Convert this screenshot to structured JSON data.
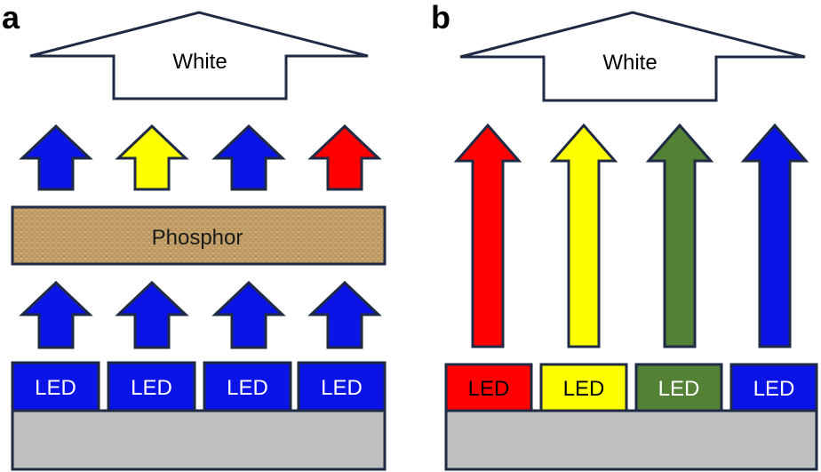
{
  "panel_a": {
    "label": "a",
    "output_label": "White",
    "phosphor_label": "Phosphor",
    "emitted_arrow_colors": [
      "#0a14e6",
      "#ffff00",
      "#0a14e6",
      "#ff0000"
    ],
    "pump_arrow_colors": [
      "#0a14e6",
      "#0a14e6",
      "#0a14e6",
      "#0a14e6"
    ],
    "leds": [
      {
        "label": "LED",
        "fill": "#0a14e6",
        "text_color": "#ffffff"
      },
      {
        "label": "LED",
        "fill": "#0a14e6",
        "text_color": "#ffffff"
      },
      {
        "label": "LED",
        "fill": "#0a14e6",
        "text_color": "#ffffff"
      },
      {
        "label": "LED",
        "fill": "#0a14e6",
        "text_color": "#ffffff"
      }
    ]
  },
  "panel_b": {
    "label": "b",
    "output_label": "White",
    "arrow_colors": [
      "#ff0000",
      "#ffff00",
      "#538135",
      "#0a14e6"
    ],
    "leds": [
      {
        "label": "LED",
        "fill": "#ff0000",
        "text_color": "#000000"
      },
      {
        "label": "LED",
        "fill": "#ffff00",
        "text_color": "#000000"
      },
      {
        "label": "LED",
        "fill": "#538135",
        "text_color": "#ffffff"
      },
      {
        "label": "LED",
        "fill": "#0a14e6",
        "text_color": "#ffffff"
      }
    ]
  },
  "colors": {
    "outline": "#1f2a44",
    "substrate": "#bfbfbf",
    "phosphor_base": "#c8a46e"
  }
}
